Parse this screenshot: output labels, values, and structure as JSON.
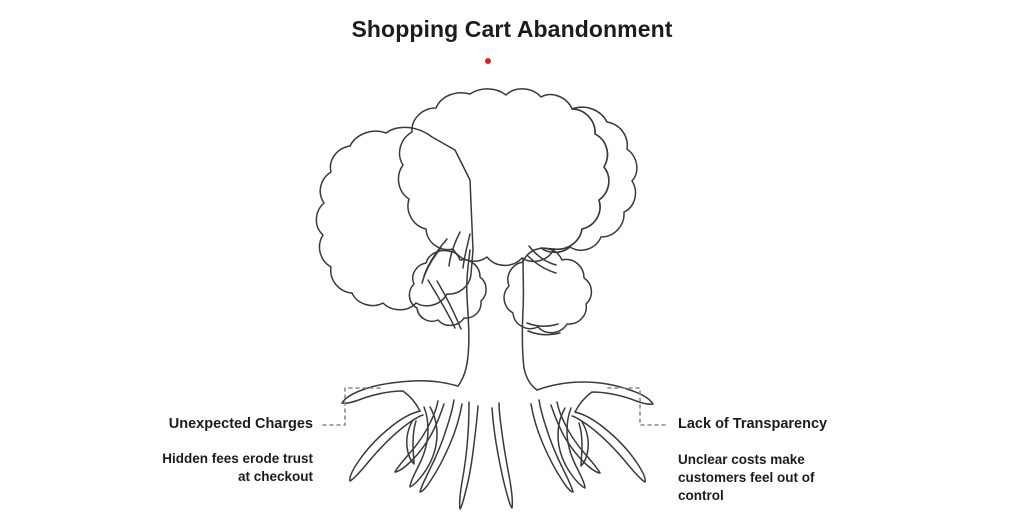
{
  "title": "Shopping Cart Abandonment",
  "accent_color": "#e02020",
  "line_color": "#3a3a3a",
  "background_color": "#ffffff",
  "diagram": {
    "type": "root-cause-tree",
    "central_figure": "tree-with-roots",
    "branches": [
      {
        "side": "left",
        "heading": "Unexpected Charges",
        "description_lines": [
          "Hidden fees erode trust",
          "at checkout"
        ],
        "connector": "dashed-elbow"
      },
      {
        "side": "right",
        "heading": "Lack of Transparency",
        "description_lines": [
          "Unclear costs make",
          "customers feel out of",
          "control"
        ],
        "connector": "dashed-elbow"
      }
    ]
  }
}
